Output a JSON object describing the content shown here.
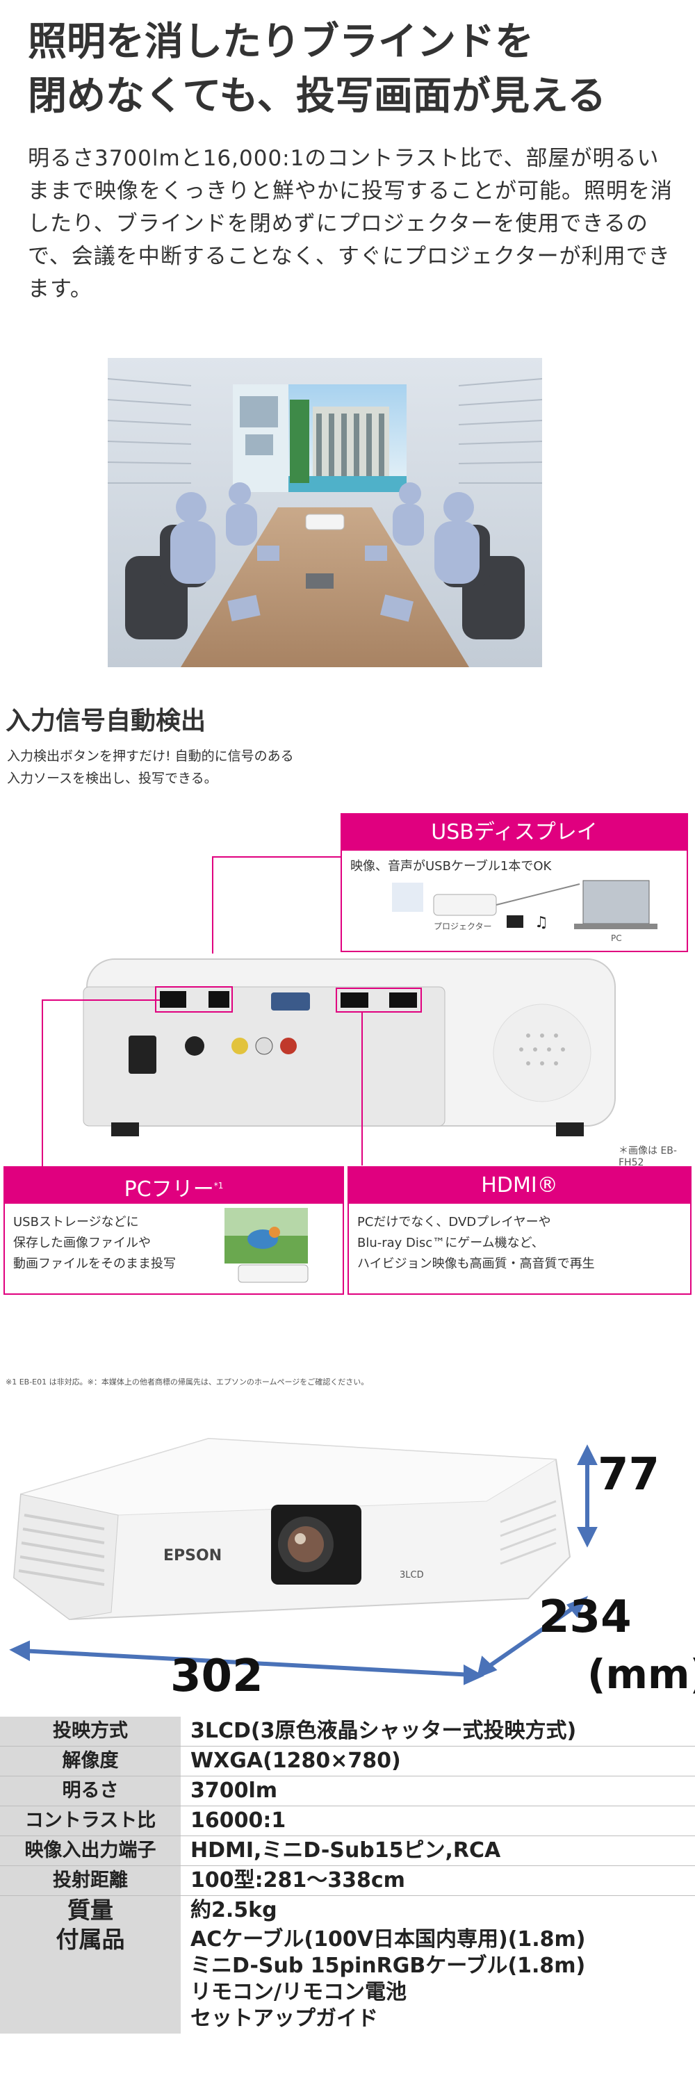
{
  "headline": {
    "line1": "照明を消したりブラインドを",
    "line2": "閉めなくても、投写画面が見える"
  },
  "intro": {
    "text": "明るさ3700lmと16,000:1のコントラスト比で、部屋が明るいままで映像をくっきりと鮮やかに投写することが可能。照明を消したり、ブラインドを閉めずにプロジェクターを使用できるので、会議を中断することなく、すぐにプロジェクターが利用できます。"
  },
  "section2": {
    "title": "入力信号自動検出",
    "desc_line1": "入力検出ボタンを押すだけ! 自動的に信号のある",
    "desc_line2": "入力ソースを検出し、投写できる。"
  },
  "usb_card": {
    "title": "USBディスプレイ",
    "text": "映像、音声がUSBケーブル1本でOK",
    "label_projector": "プロジェクター",
    "label_pc": "PC"
  },
  "pc_free_card": {
    "title": "PCフリー",
    "title_sup": "*1",
    "line1": "USBストレージなどに",
    "line2": "保存した画像ファイルや",
    "line3": "動画ファイルをそのまま投写"
  },
  "hdmi_card": {
    "title": "HDMI®",
    "line1": "PCだけでなく、DVDプレイヤーや",
    "line2": "Blu-ray Disc™にゲーム機など、",
    "line3": "ハイビジョン映像も高画質・高音質で再生"
  },
  "image_note": "＊画像は EB-FH52",
  "footnote": "※1 EB-E01 は非対応。※：本媒体上の他者商標の帰属先は、エプソンのホームページをご確認ください。",
  "product": {
    "brand": "EPSON",
    "lcd_mark": "3LCD"
  },
  "dimensions": {
    "height": "77",
    "depth": "234",
    "width": "302",
    "unit": "(mm)"
  },
  "specs": [
    {
      "key": "投映方式",
      "value": "3LCD(3原色液晶シャッター式投映方式)"
    },
    {
      "key": "解像度",
      "value": "WXGA(1280×780)"
    },
    {
      "key": "明るさ",
      "value": "3700lm"
    },
    {
      "key": "コントラスト比",
      "value": "16000:1"
    },
    {
      "key": "映像入出力端子",
      "value": "HDMI,ミニD-Sub15ピン,RCA"
    },
    {
      "key": "投射距離",
      "value": "100型:281～338cm"
    },
    {
      "key": "質量",
      "value": "約2.5kg"
    },
    {
      "key": "付属品",
      "values": [
        "ACケーブル(100V日本国内専用)(1.8m)",
        "ミニD-Sub 15pinRGBケーブル(1.8m)",
        "リモコン/リモコン電池",
        "セットアップガイド"
      ]
    }
  ],
  "colors": {
    "accent": "#e0007f",
    "spec_key_bg": "#d9d9d9",
    "dimension_arrow": "#4a72b8"
  }
}
